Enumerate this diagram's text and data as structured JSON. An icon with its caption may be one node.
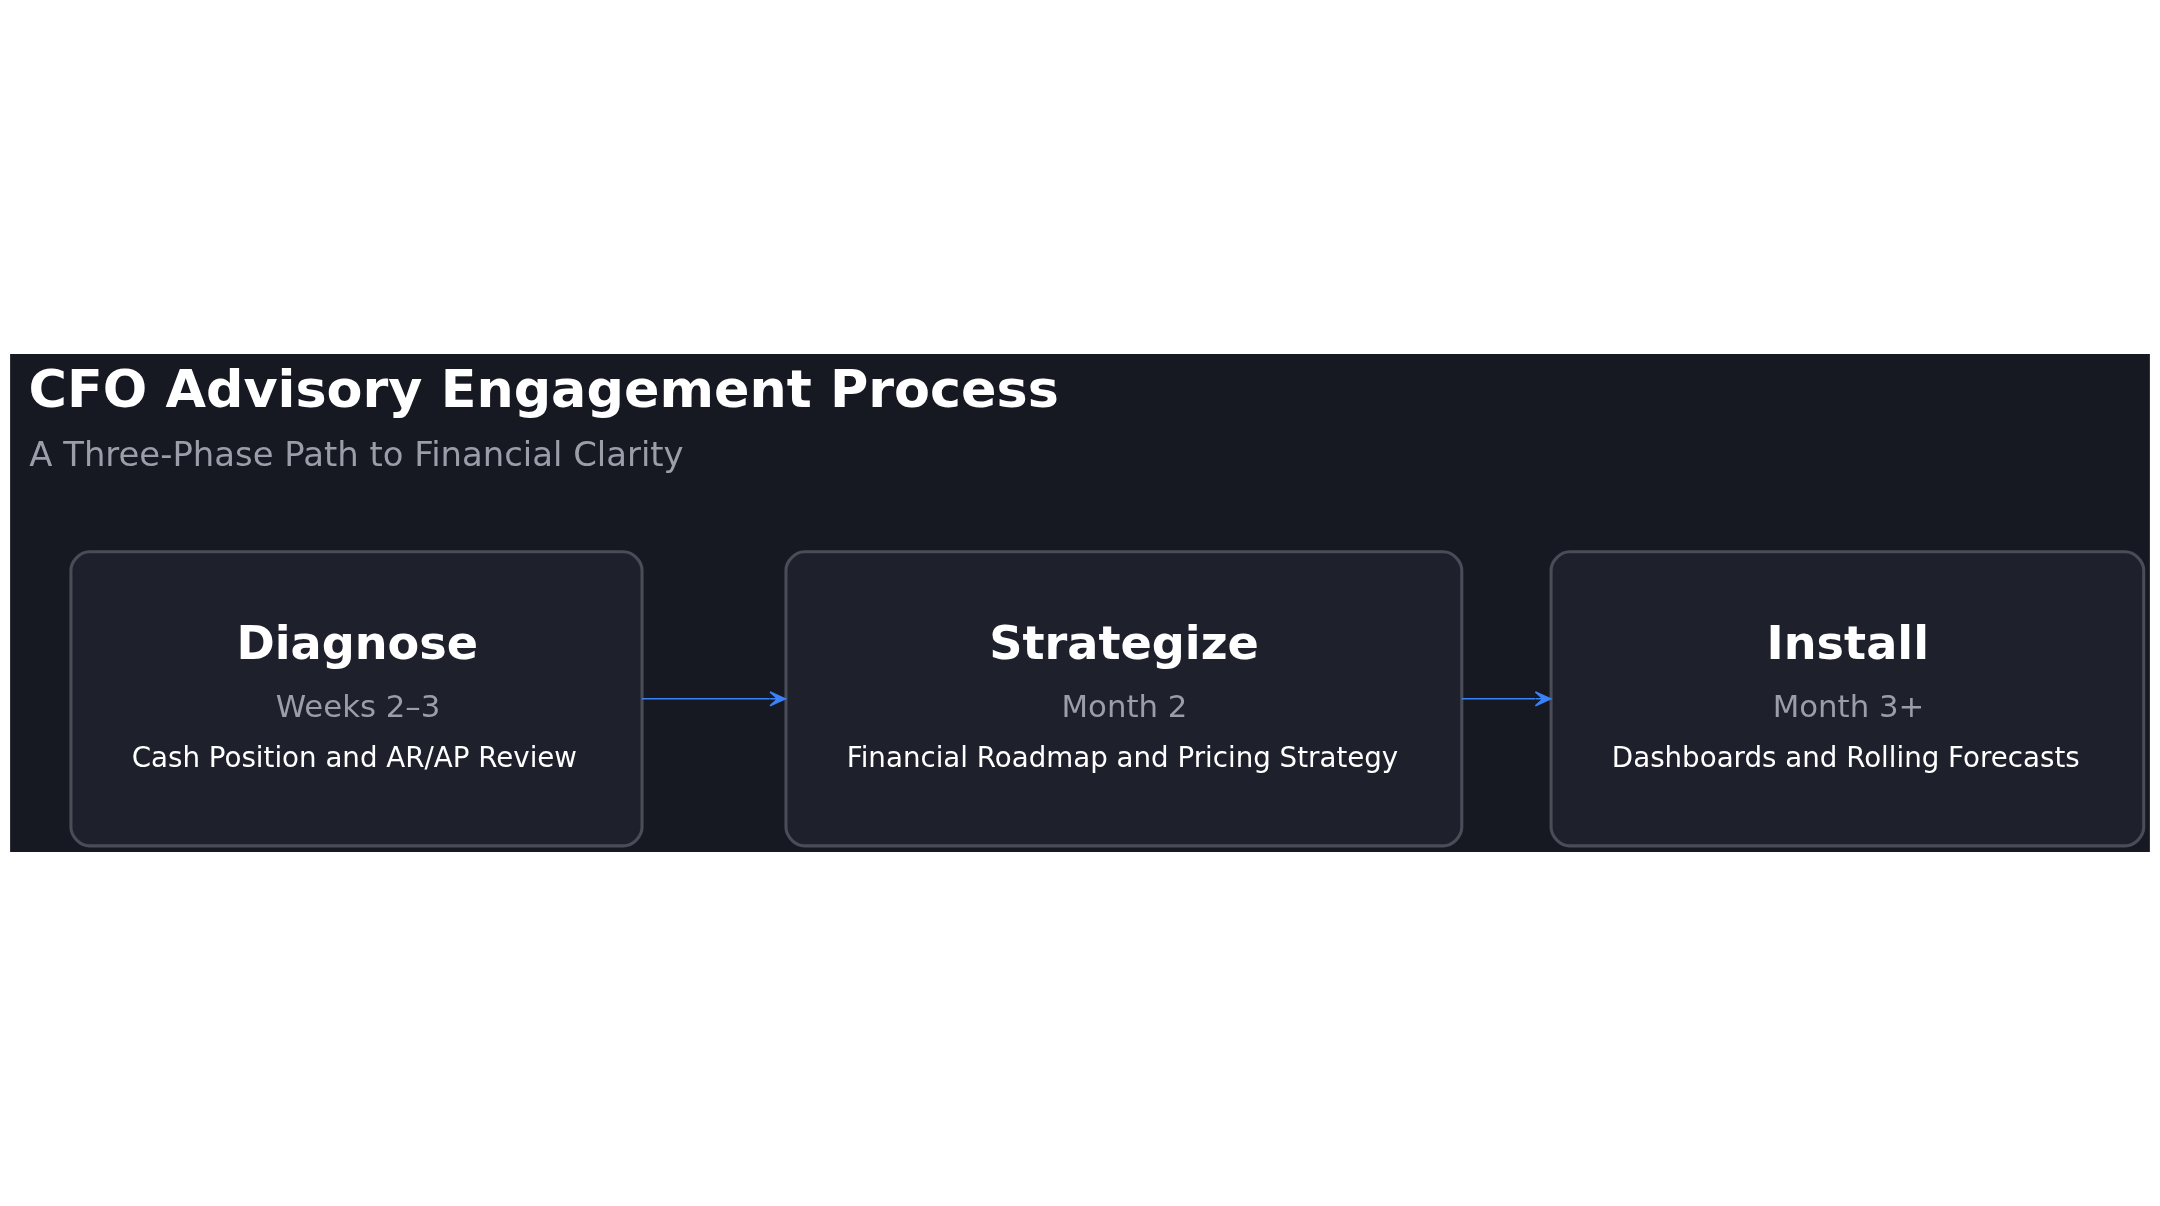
{
  "diagram": {
    "title": "CFO Advisory Engagement Process",
    "nodes": [
      {
        "text": [
          "Diagnose",
          "Weeks 2–3",
          "Cash Position and AR/AP Review"
        ]
      },
      {
        "text": [
          "Strategize",
          "Month 2",
          "Financial Roadmap and Pricing Strategy"
        ]
      },
      {
        "text": [
          "Install",
          "Month 3+",
          "Dashboards and Rolling Forecasts"
        ]
      }
    ],
    "edges": [
      {
        "from": 0,
        "to": 1,
        "arrow": "to"
      },
      {
        "from": 1,
        "to": 2,
        "arrow": "to"
      }
    ],
    "labels": [
      "A Three-Phase Path to Financial Clarity"
    ]
  }
}
